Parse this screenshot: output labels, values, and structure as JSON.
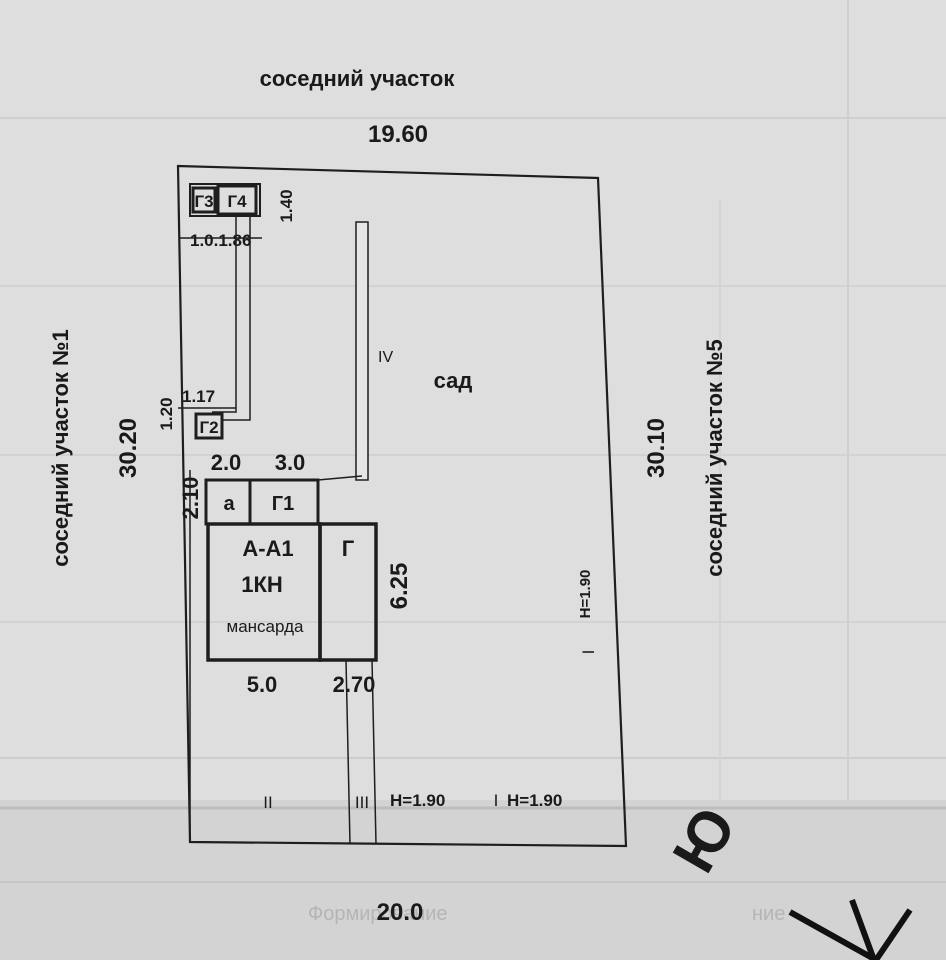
{
  "plan": {
    "labels": {
      "top_neighbor": "соседний участок",
      "left_neighbor": "соседний участок №1",
      "right_neighbor": "соседний участок №5",
      "garden": "сад",
      "compass": "Ю"
    },
    "dimensions": {
      "top": "19.60",
      "bottom": "20.0",
      "left": "30.20",
      "right": "30.10",
      "g3g4_width": "1.0.1.86",
      "g3g4_height": "1.40",
      "g2_offset_x": "1.17",
      "g2_offset_y": "1.20",
      "annex_a_width": "2.0",
      "annex_g1_width": "3.0",
      "annex_height": "2.10",
      "house_width": "5.0",
      "garage_width": "2.70",
      "house_depth": "6.25"
    },
    "buildings": {
      "g3": "Г3",
      "g4": "Г4",
      "g2": "Г2",
      "a": "а",
      "g1": "Г1",
      "main_house": "А-А1",
      "floors": "1КН",
      "attic": "мансарда",
      "garage": "Г"
    },
    "fences": {
      "iv": "IV",
      "i_right": "I",
      "i_right_height": "H=1.90",
      "ii": "II",
      "iii": "III",
      "iii_height": "H=1.90",
      "i_bottom": "I",
      "i_bottom_height": "H=1.90"
    },
    "footer_fragments": {
      "left_text": "Формирование",
      "right_text": "ние"
    }
  }
}
